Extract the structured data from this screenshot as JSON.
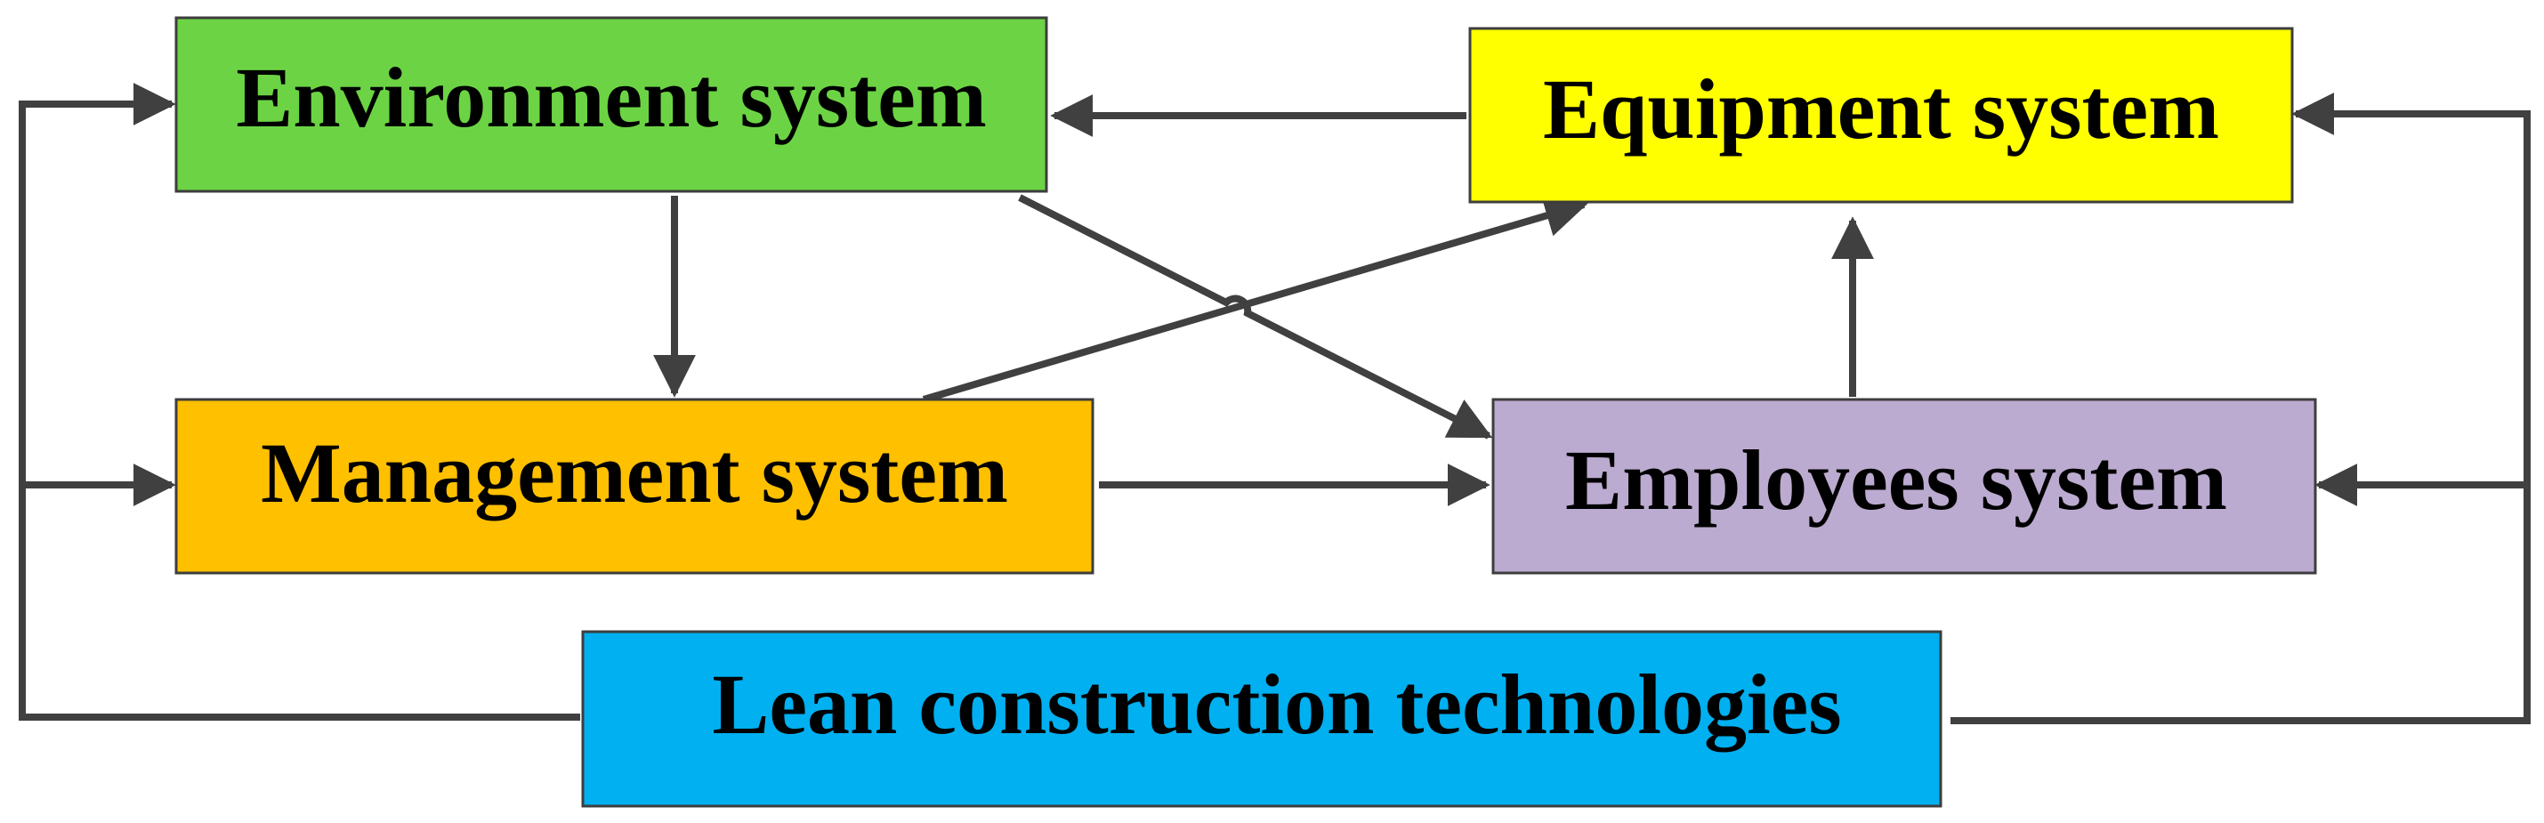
{
  "nodes": {
    "environment": {
      "label": "Environment system",
      "color": "#6cd444"
    },
    "equipment": {
      "label": "Equipment system",
      "color": "#ffff00"
    },
    "management": {
      "label": "Management system",
      "color": "#ffc000"
    },
    "employees": {
      "label": "Employees system",
      "color": "#bcabd0"
    },
    "lean": {
      "label": "Lean construction technologies",
      "color": "#00b0f0"
    }
  },
  "edges": [
    {
      "from": "equipment",
      "to": "environment"
    },
    {
      "from": "environment",
      "to": "management"
    },
    {
      "from": "environment",
      "to": "employees"
    },
    {
      "from": "management",
      "to": "equipment"
    },
    {
      "from": "management",
      "to": "employees"
    },
    {
      "from": "employees",
      "to": "equipment"
    },
    {
      "from": "lean",
      "to": "environment"
    },
    {
      "from": "lean",
      "to": "management"
    },
    {
      "from": "lean",
      "to": "equipment"
    },
    {
      "from": "lean",
      "to": "employees"
    }
  ],
  "edge_color": "#404040"
}
